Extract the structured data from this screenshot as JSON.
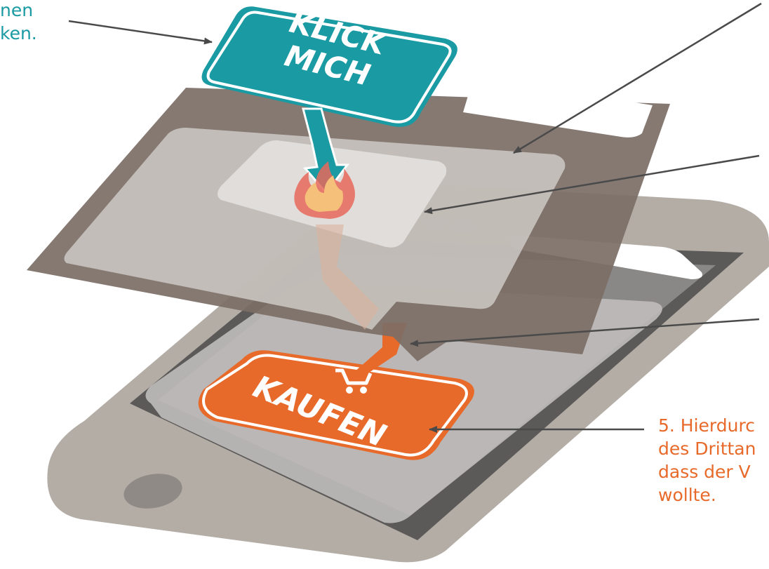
{
  "annotations": {
    "note_top_left": "nen\nken.",
    "note_bottom_right": "5. Hierdurc\ndes Drittan\ndass der V\nwollte."
  },
  "buttons": {
    "klick_mich": "KLICK\nMICH",
    "kaufen": "KAUFEN"
  },
  "icons": {
    "flame": "flame-icon",
    "cart": "shopping-cart-icon",
    "arrow_down": "arrow-down-icon"
  },
  "colors": {
    "teal": "#1a9aa3",
    "orange": "#e86a2a",
    "phone_body": "#b3ada6",
    "overlay_frame": "#7c6e66",
    "arrow_gray": "#4a4a4a"
  }
}
